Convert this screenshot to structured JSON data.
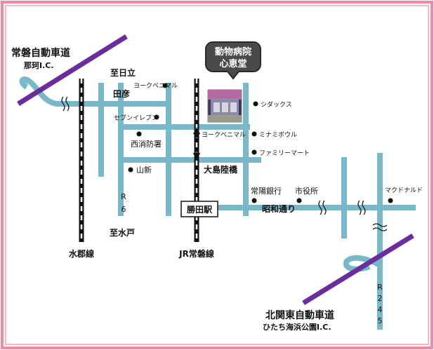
{
  "colors": {
    "border_outer": "#f08aa0",
    "border_inner": "#f6b9c6",
    "road": "#78b8c8",
    "expressway": "#6a2e9c",
    "rail_dark": "#111111",
    "callout_bg": "#4a4a4a",
    "callout_border": "#2a2a2a"
  },
  "expressways": {
    "joban": {
      "name": "常磐自動車道",
      "ic": "那珂I.C."
    },
    "kitakanto": {
      "name": "北関東自動車道",
      "ic": "ひたち海浜公園I.C."
    }
  },
  "railways": {
    "suigun": "水郡線",
    "jr_joban": "JR常磐線"
  },
  "station": "勝田駅",
  "hospital": {
    "line1": "動物病院",
    "line2": "心恵堂",
    "icon": "hospital-photo-icon"
  },
  "roads": {
    "to_hitachi": "至日立",
    "to_mito": "至水戸",
    "r6": [
      "R",
      "6"
    ],
    "r245": [
      "R",
      "2",
      "4",
      "5"
    ],
    "showa_dori": "昭和通り"
  },
  "places": {
    "tahiko": "田彦",
    "york_benimaru_1": "ヨークベニマル",
    "seven_eleven": "セブンイレブン",
    "nishi_fire": "西消防署",
    "yamashin": "山新",
    "oshima_bridge": "大島陸橋",
    "shidax": "シダックス",
    "york_benimaru_2": "ヨークベニマル",
    "minami_bowl": "ミナミボウル",
    "familymart": "ファミリーマート",
    "joyo_bank": "常陽銀行",
    "city_hall": "市役所",
    "mcdonalds": "マクドナルド"
  }
}
